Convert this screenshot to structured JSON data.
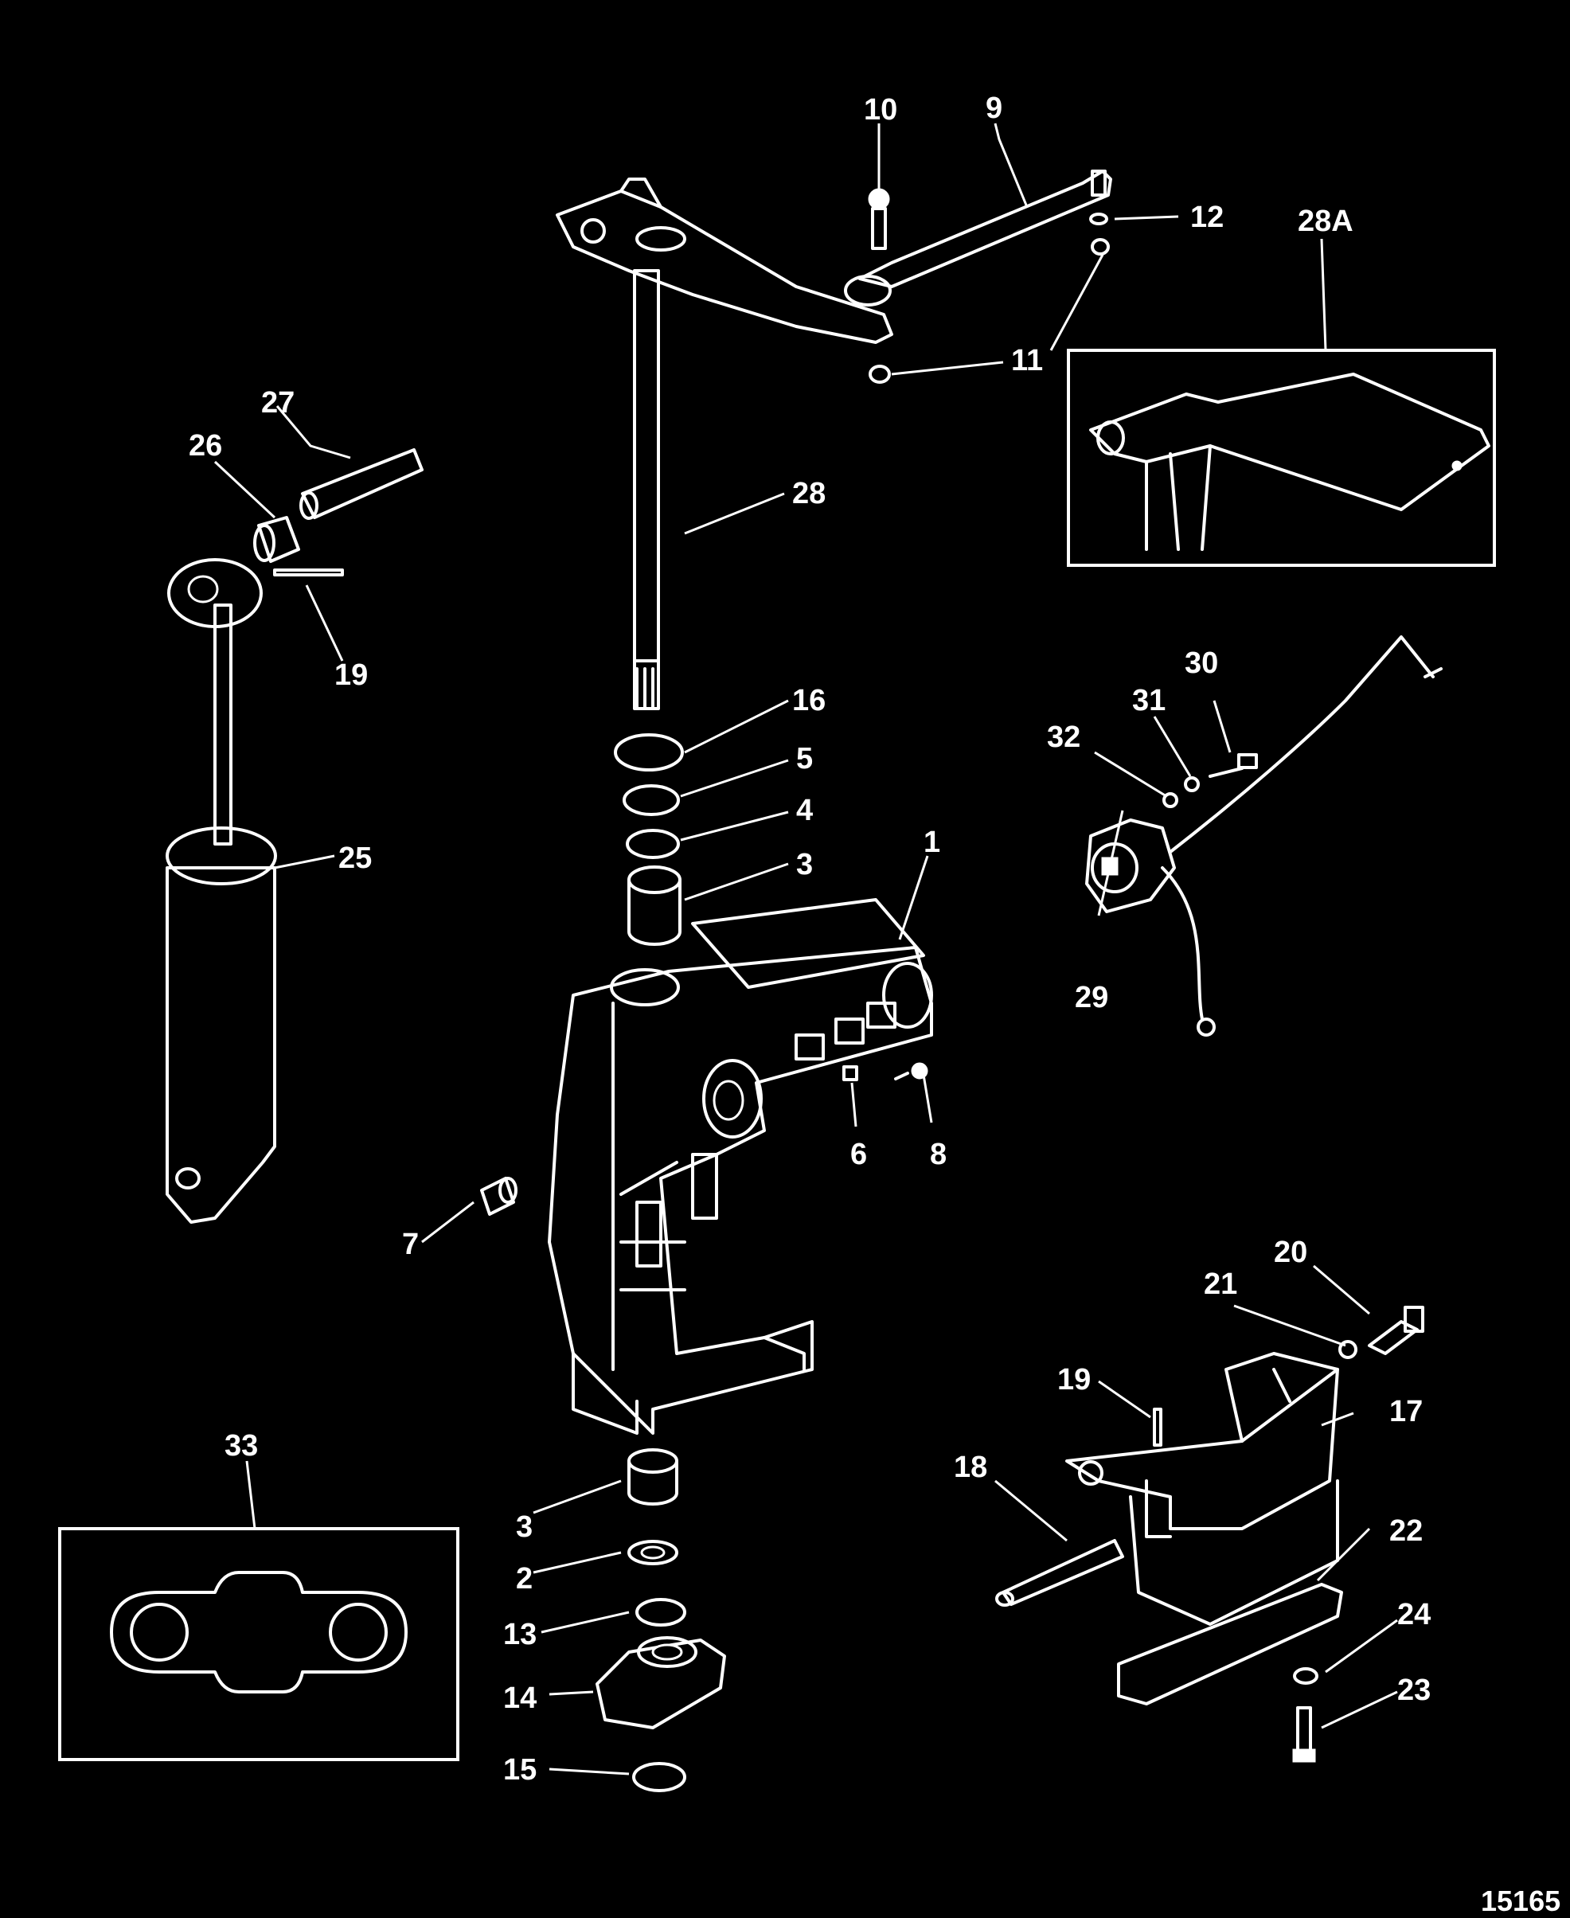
{
  "figure_number": "15165",
  "callouts": {
    "c1": "1",
    "c2": "2",
    "c3a": "3",
    "c3b": "3",
    "c4": "4",
    "c5": "5",
    "c6": "6",
    "c7": "7",
    "c8": "8",
    "c9": "9",
    "c10": "10",
    "c11": "11",
    "c12": "12",
    "c13": "13",
    "c14": "14",
    "c15": "15",
    "c16": "16",
    "c17": "17",
    "c18": "18",
    "c19a": "19",
    "c19b": "19",
    "c20": "20",
    "c21": "21",
    "c22": "22",
    "c23": "23",
    "c24": "24",
    "c25": "25",
    "c26": "26",
    "c27": "27",
    "c28": "28",
    "c28a": "28A",
    "c29": "29",
    "c30": "30",
    "c31": "31",
    "c32": "32",
    "c33": "33"
  }
}
